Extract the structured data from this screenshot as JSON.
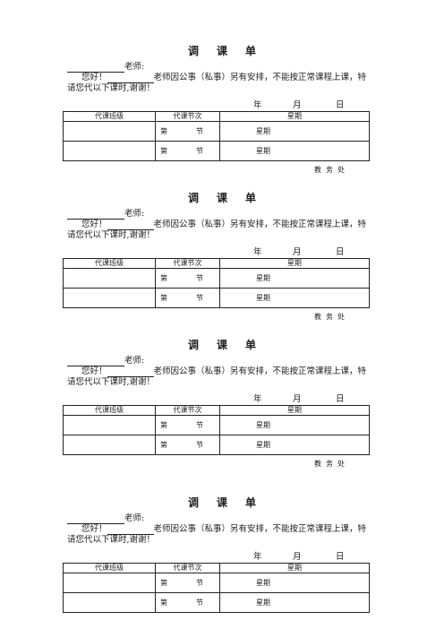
{
  "form": {
    "title_chars": [
      "调",
      "课",
      "单"
    ],
    "teacher_suffix": "老师:",
    "greeting": "您好！",
    "body_text": "老师因公事（私事）另有安排，不能按正常课程上课，特",
    "body_line2": "请您代以下课时,谢谢！",
    "date_year": "年",
    "date_month": "月",
    "date_day": "日",
    "table_headers": [
      "代课班级",
      "代课节次",
      "星期"
    ],
    "row_period_prefix": "第",
    "row_period_suffix": "节",
    "row_weekday": "星期",
    "footer": "教务处"
  }
}
